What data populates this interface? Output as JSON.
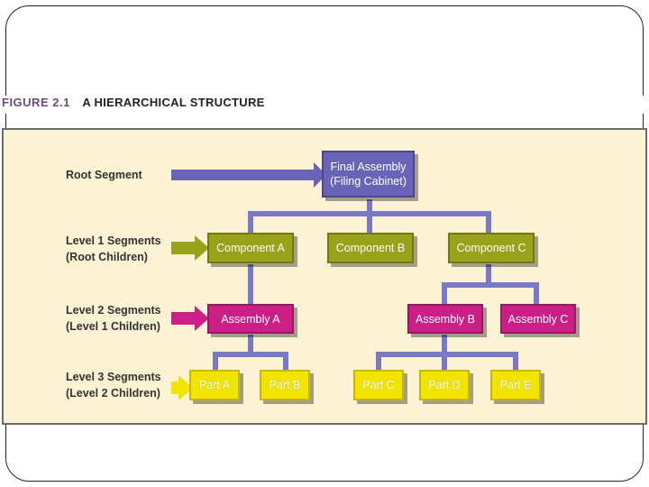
{
  "figure": {
    "number": "FIGURE 2.1",
    "title": "A HIERARCHICAL STRUCTURE"
  },
  "level_labels": {
    "root": "Root Segment",
    "level1_line1": "Level 1 Segments",
    "level1_line2": "(Root Children)",
    "level2_line1": "Level 2 Segments",
    "level2_line2": "(Level 1 Children)",
    "level3_line1": "Level 3 Segments",
    "level3_line2": "(Level 2 Children)"
  },
  "nodes": {
    "root_line1": "Final Assembly",
    "root_line2": "(Filing Cabinet)",
    "component_a": "Component A",
    "component_b": "Component B",
    "component_c": "Component C",
    "assembly_a": "Assembly A",
    "assembly_b": "Assembly B",
    "assembly_c": "Assembly C",
    "part_a": "Part A",
    "part_b": "Part B",
    "part_c": "Part C",
    "part_d": "Part D",
    "part_e": "Part E"
  },
  "colors": {
    "root": "#6a64b8",
    "component": "#98a21a",
    "assembly": "#cc1f86",
    "part": "#f2e400",
    "connector": "#7a79c8",
    "panel_background": "#fbf3d3"
  }
}
